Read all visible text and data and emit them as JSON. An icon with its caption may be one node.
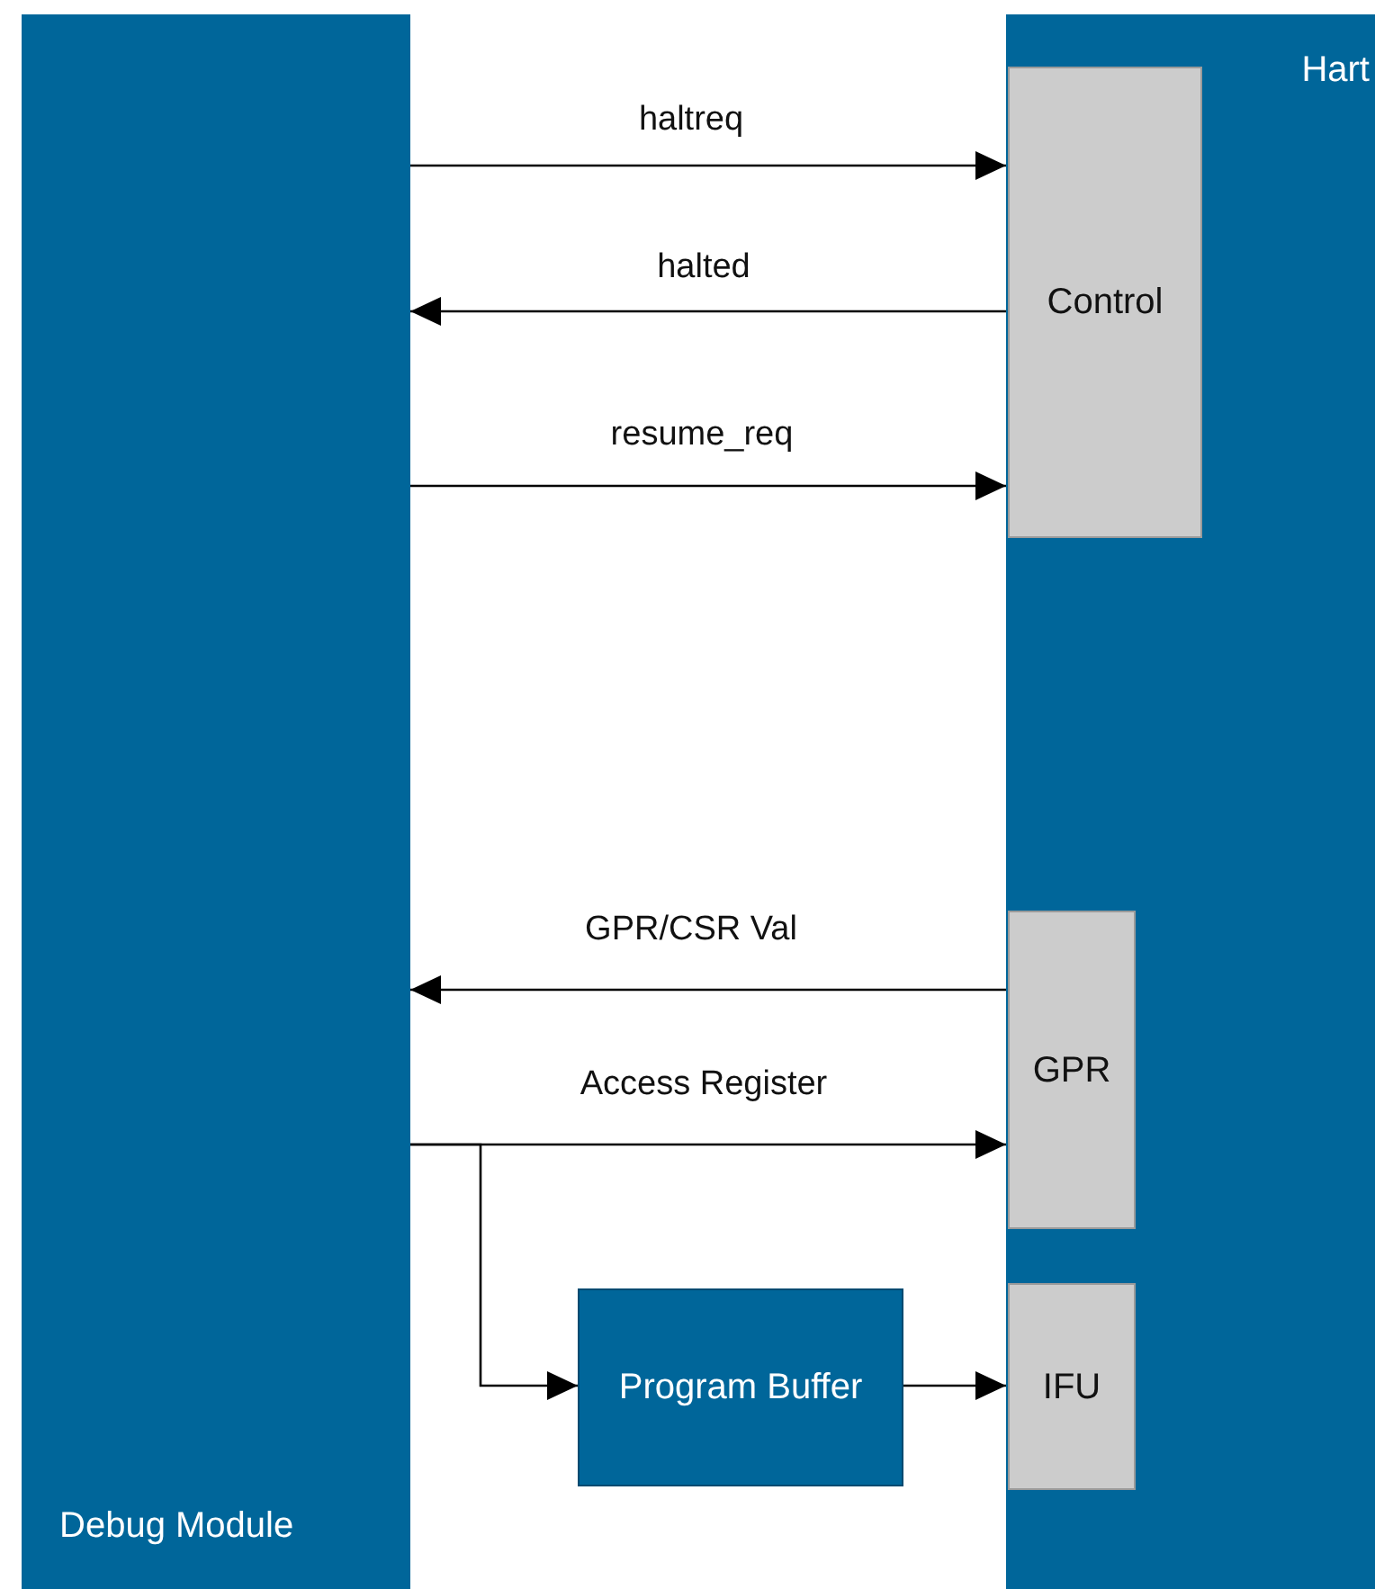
{
  "diagram": {
    "nodes": [
      {
        "text": [
          "Debug Module"
        ]
      },
      {
        "text": [
          "Hart"
        ]
      },
      {
        "text": [
          "Control"
        ],
        "in": 1
      },
      {
        "text": [
          "GPR"
        ],
        "in": 1
      },
      {
        "text": [
          "IFU"
        ],
        "in": 1
      },
      {
        "text": [
          "Program Buffer"
        ]
      }
    ],
    "edges": [
      {
        "from": 0,
        "to": 2,
        "arrow": "to",
        "label": "haltreq"
      },
      {
        "from": 2,
        "to": 0,
        "arrow": "to",
        "label": "halted"
      },
      {
        "from": 0,
        "to": 2,
        "arrow": "to",
        "label": "resume_req"
      },
      {
        "from": 3,
        "to": 0,
        "arrow": "to",
        "label": "GPR/CSR Val"
      },
      {
        "from": 0,
        "to": 3,
        "arrow": "to",
        "label": "Access Register"
      },
      {
        "from": 0,
        "to": 5,
        "arrow": "to"
      },
      {
        "from": 5,
        "to": 4,
        "arrow": "to"
      }
    ]
  }
}
